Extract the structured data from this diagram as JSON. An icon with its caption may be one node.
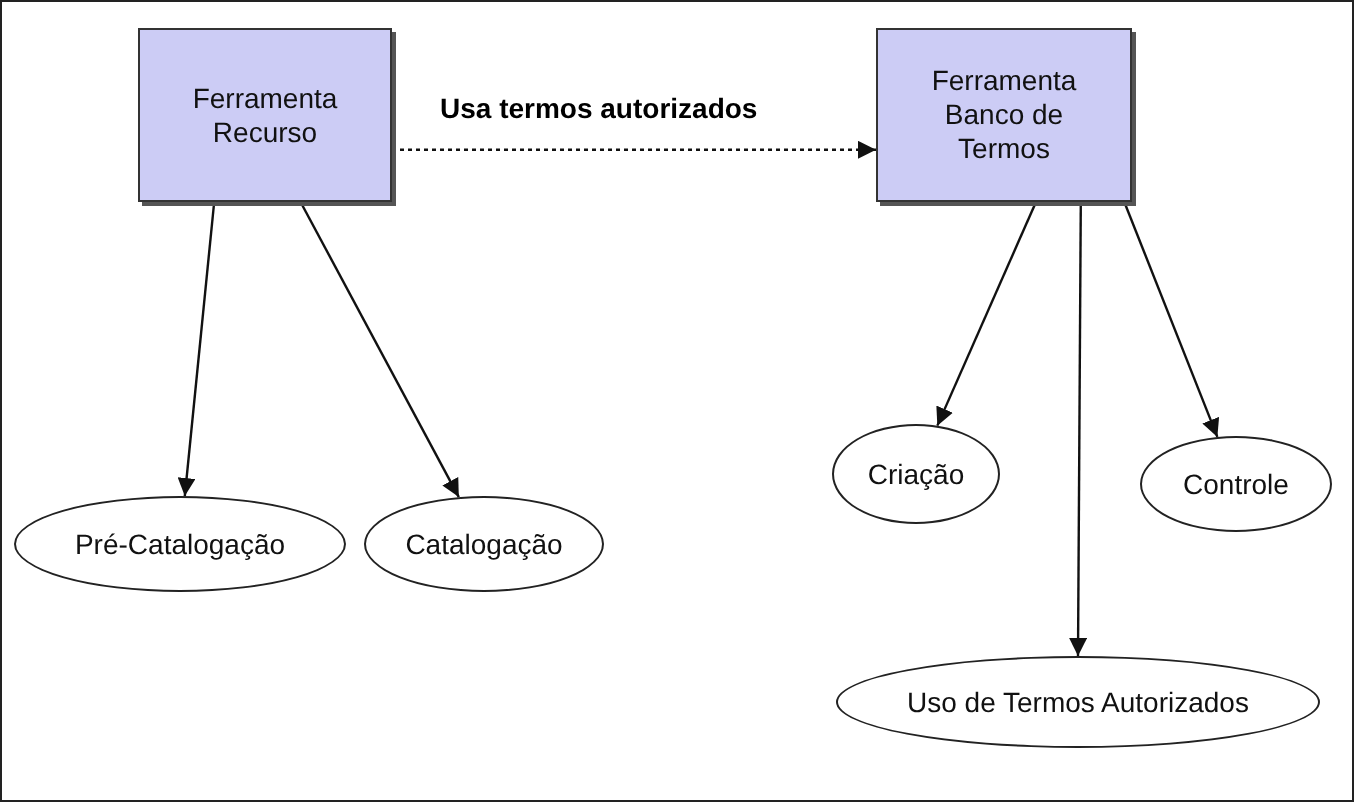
{
  "diagram": {
    "nodes": [
      {
        "text": [
          "Ferramenta Recurso"
        ]
      },
      {
        "text": [
          "Ferramenta Banco de Termos"
        ]
      },
      {
        "text": [
          "Pré-Catalogação"
        ]
      },
      {
        "text": [
          "Catalogação"
        ]
      },
      {
        "text": [
          "Criação"
        ]
      },
      {
        "text": [
          "Controle"
        ]
      },
      {
        "text": [
          "Uso de Termos Autorizados"
        ]
      }
    ],
    "edges": [
      {
        "from": 0,
        "to": 1,
        "arrow": "to",
        "label": "Usa termos autorizados",
        "style": "dashed"
      },
      {
        "from": 0,
        "to": 2,
        "arrow": "to"
      },
      {
        "from": 0,
        "to": 3,
        "arrow": "to"
      },
      {
        "from": 1,
        "to": 4,
        "arrow": "to"
      },
      {
        "from": 1,
        "to": 6,
        "arrow": "to"
      },
      {
        "from": 1,
        "to": 5,
        "arrow": "to"
      }
    ]
  }
}
